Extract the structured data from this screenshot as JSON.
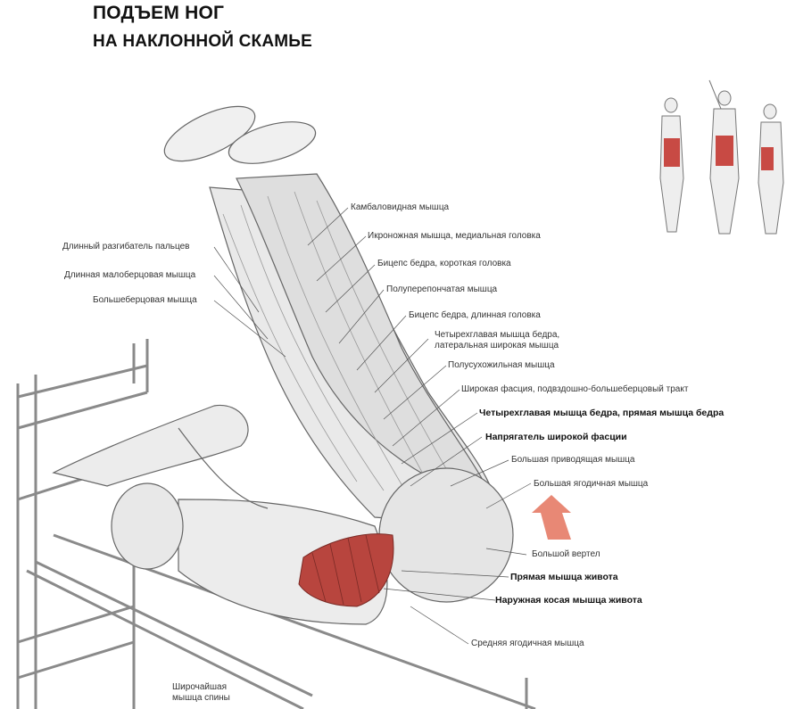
{
  "title": {
    "line1": "ПОДЪЕМ НОГ",
    "line2": "НА НАКЛОННОЙ СКАМЬЕ"
  },
  "colors": {
    "highlight_muscle": "#b8453e",
    "arrow": "#e57b66",
    "leader": "#555555"
  },
  "labels_left": [
    "Длинный разгибатель пальцев",
    "Длинная малоберцовая мышца",
    "Большеберцовая мышца"
  ],
  "labels_right": [
    "Камбаловидная мышца",
    "Икроножная мышца, медиальная головка",
    "Бицепс бедра, короткая головка",
    "Полуперепончатая мышца",
    "Бицепс бедра, длинная головка",
    "Четырехглавая мышца бедра, латеральная широкая мышца",
    "Полусухожильная мышца",
    "Широкая фасция, подвздошно-большеберцовый тракт",
    "Четырехглавая мышца бедра, прямая мышца бедра",
    "Напрягатель широкой фасции",
    "Большая приводящая мышца",
    "Большая ягодичная мышца",
    "Большой вертел",
    "Прямая мышца живота",
    "Наружная косая мышца живота",
    "Средняя ягодичная мышца"
  ],
  "label_bottom": "Широчайшая мышца спины"
}
